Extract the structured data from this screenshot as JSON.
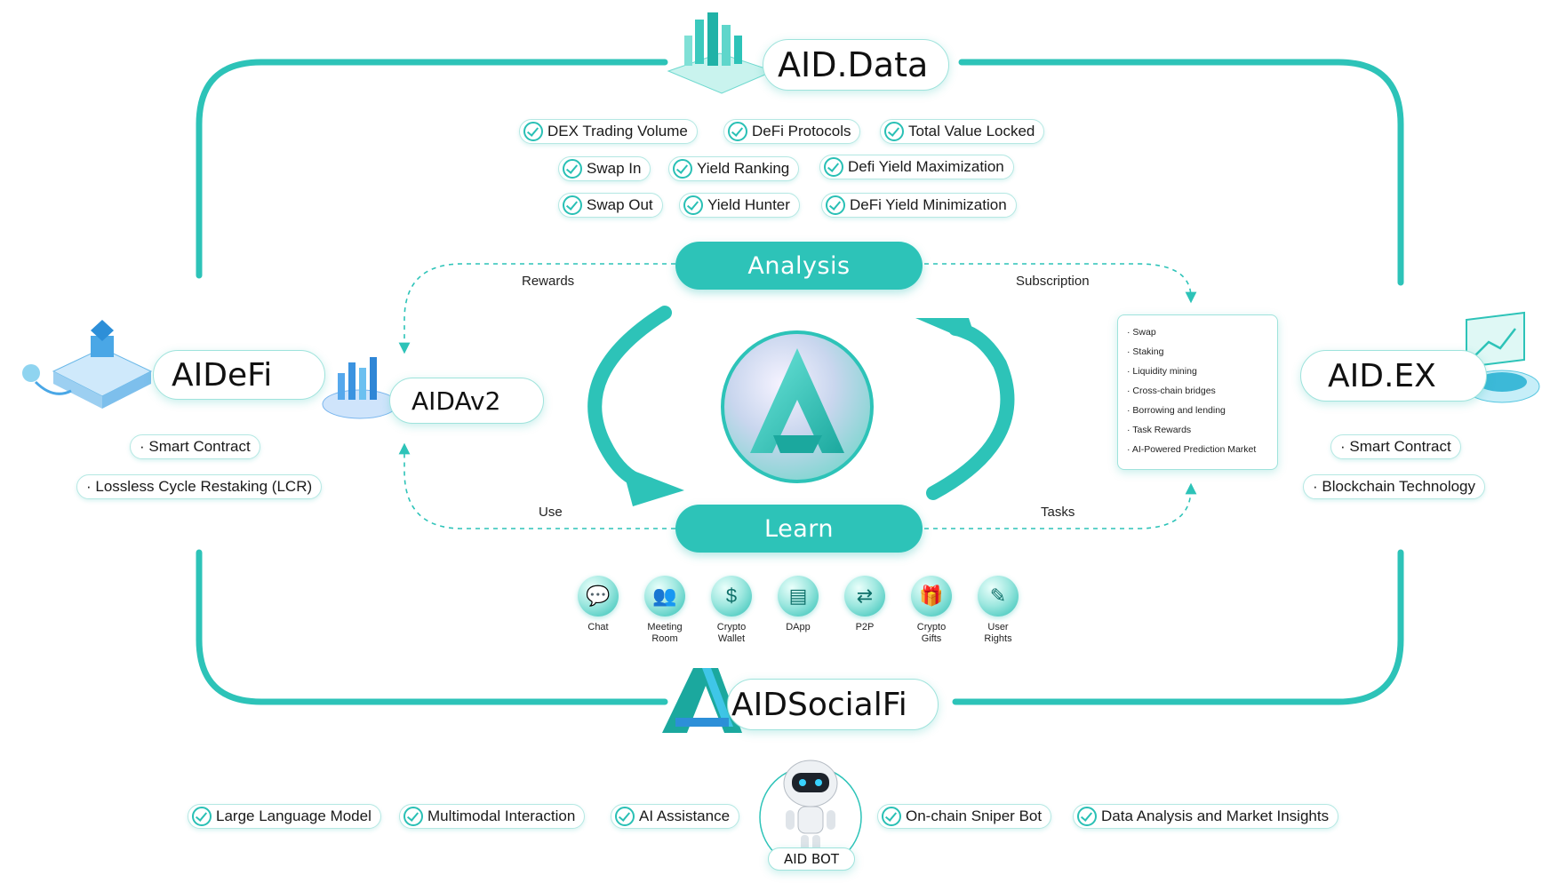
{
  "title_nodes": {
    "data": "AID.Data",
    "defi": "AIDeFi",
    "aidav2": "AIDAv2",
    "ex": "AID.EX",
    "social": "AIDSocialFi",
    "bot": "AID BOT"
  },
  "data_tags": [
    "DEX Trading Volume",
    "DeFi Protocols",
    "Total Value Locked",
    "Swap In",
    "Yield Ranking",
    "Defi Yield Maximization",
    "Swap Out",
    "Yield Hunter",
    "DeFi Yield Minimization"
  ],
  "defi_tags": [
    "· Smart Contract",
    "· Lossless Cycle Restaking (LCR)"
  ],
  "ex_tags": [
    "· Smart Contract",
    "· Blockchain Technology"
  ],
  "center": {
    "analysis": "Analysis",
    "learn": "Learn",
    "rewards": "Rewards",
    "subscription": "Subscription",
    "use": "Use",
    "tasks": "Tasks"
  },
  "subscription_items": [
    "· Swap",
    "· Staking",
    "· Liquidity mining",
    "· Cross-chain bridges",
    "· Borrowing and lending",
    "· Task Rewards",
    "· AI-Powered Prediction Market"
  ],
  "features": [
    {
      "label": "Chat",
      "icon": "chat-icon",
      "glyph": "💬"
    },
    {
      "label": "Meeting Room",
      "icon": "meeting-room-icon",
      "glyph": "👥"
    },
    {
      "label": "Crypto Wallet",
      "icon": "crypto-wallet-icon",
      "glyph": "$"
    },
    {
      "label": "DApp",
      "icon": "dapp-icon",
      "glyph": "▤"
    },
    {
      "label": "P2P",
      "icon": "p2p-icon",
      "glyph": "⇄"
    },
    {
      "label": "Crypto Gifts",
      "icon": "crypto-gifts-icon",
      "glyph": "🎁"
    },
    {
      "label": "User Rights",
      "icon": "user-rights-icon",
      "glyph": "✎"
    }
  ],
  "bot_tags": [
    "Large Language Model",
    "Multimodal Interaction",
    "AI Assistance",
    "On-chain Sniper Bot",
    "Data Analysis and Market Insights"
  ],
  "colors": {
    "accent": "#2dc3b8",
    "border": "#9fe3dc"
  }
}
